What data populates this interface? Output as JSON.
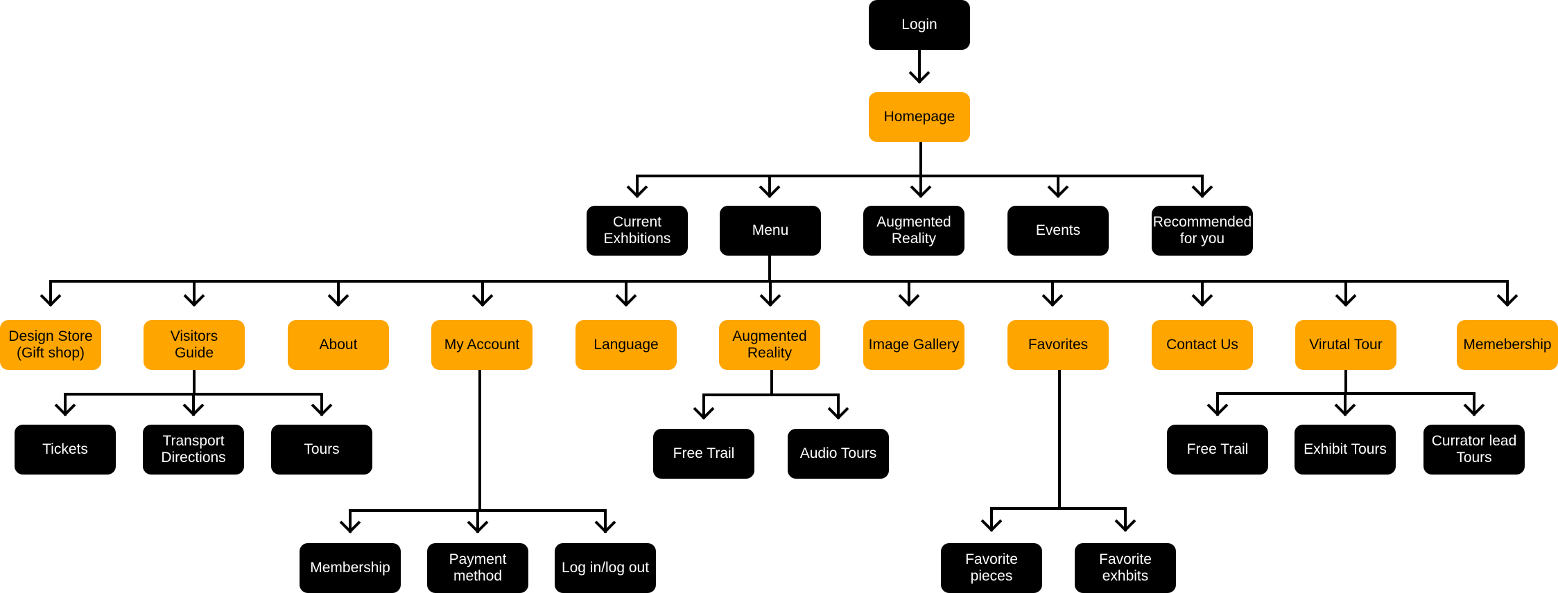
{
  "colors": {
    "dark_box": "#000000",
    "dark_text": "#ffffff",
    "highlight_box": "#FFA500",
    "highlight_text": "#000000",
    "connector": "#000000"
  },
  "nodes": {
    "login": "Login",
    "homepage": "Homepage",
    "current_exhibitions": "Current\nExhbitions",
    "menu": "Menu",
    "augmented_reality_top": "Augmented\nReality",
    "events": "Events",
    "recommended": "Recommended\nfor you",
    "design_store": "Design Store\n(Gift shop)",
    "visitors_guide": "Visitors\nGuide",
    "about": "About",
    "my_account": "My Account",
    "language": "Language",
    "augmented_reality_menu": "Augmented\nReality",
    "image_gallery": "Image Gallery",
    "favorites": "Favorites",
    "contact_us": "Contact Us",
    "virtual_tour": "Virutal Tour",
    "membership_menu": "Memebership",
    "tickets": "Tickets",
    "transport": "Transport\nDirections",
    "tours": "Tours",
    "membership": "Membership",
    "payment": "Payment\nmethod",
    "login_logout": "Log in/log out",
    "free_trail_ar": "Free Trail",
    "audio_tours": "Audio Tours",
    "favorite_pieces": "Favorite\npieces",
    "favorite_exhibits": "Favorite\nexhbits",
    "free_trail_vt": "Free Trail",
    "exhibit_tours": "Exhibit Tours",
    "curator_tours": "Currator  lead\nTours"
  }
}
